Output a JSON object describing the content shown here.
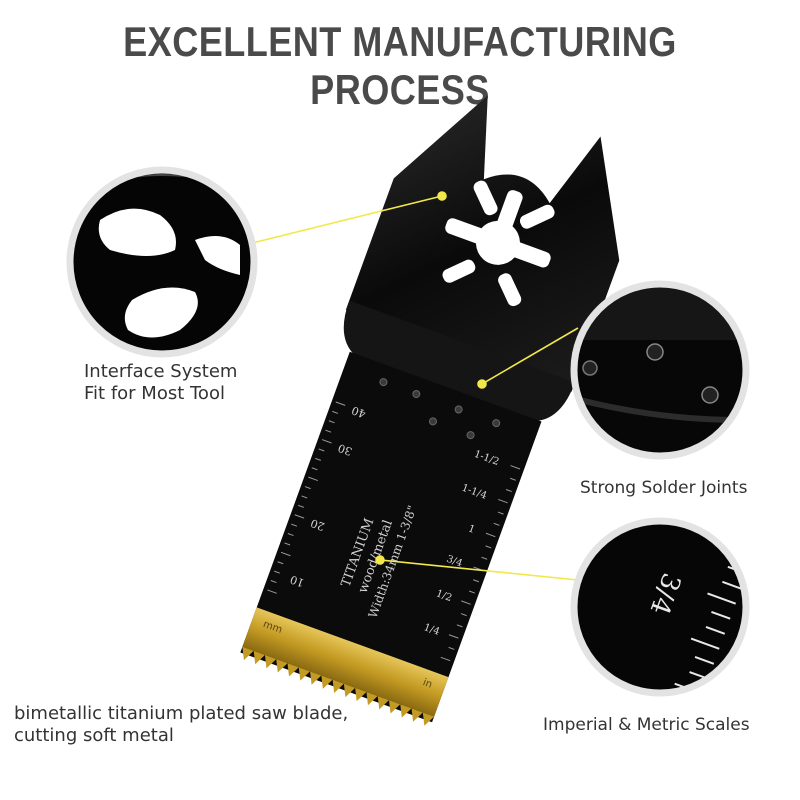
{
  "title": "EXCELLENT MANUFACTURING PROCESS",
  "callouts": {
    "interface": {
      "line1": "Interface System",
      "line2": "Fit for Most Tool"
    },
    "solder": {
      "label": "Strong Solder Joints"
    },
    "blade": {
      "line1": "bimetallic titanium plated saw blade,",
      "line2": "cutting soft metal"
    },
    "scales": {
      "label": "Imperial & Metric Scales"
    }
  },
  "blade": {
    "text_titanium": "TITANIUM",
    "text_wood": "wood/metal",
    "text_width": "Width:34mm 1-3/8\"",
    "metric_marks": [
      "40",
      "30",
      "20",
      "10"
    ],
    "metric_unit": "mm",
    "imperial_marks": [
      "1-1/2",
      "1-1/4",
      "1",
      "3/4",
      "1/2",
      "1/4"
    ],
    "imperial_unit": "in",
    "zoom_mark": "3/4"
  },
  "colors": {
    "accent": "#f2e84a",
    "blade": "#0c0c0c",
    "gold": "#c9a227",
    "title": "#4a4a4a"
  }
}
